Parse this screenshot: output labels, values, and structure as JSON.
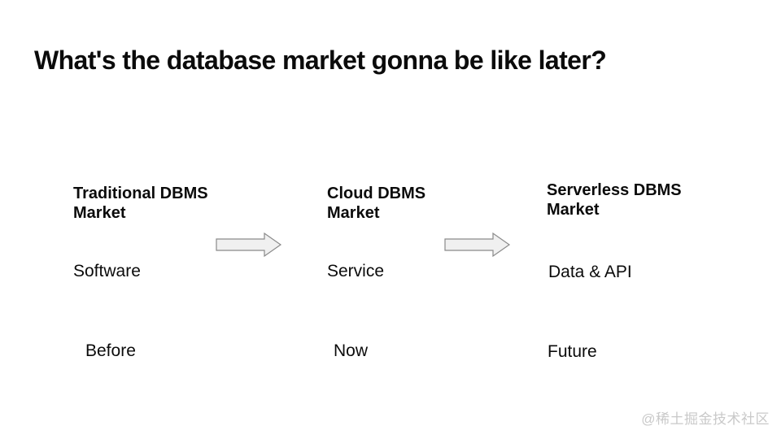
{
  "slide": {
    "title": "What's the database market gonna be like later?",
    "stages": [
      {
        "market": "Traditional DBMS Market",
        "model": "Software",
        "era": "Before"
      },
      {
        "market": "Cloud DBMS Market",
        "model": "Service",
        "era": "Now"
      },
      {
        "market": "Serverless DBMS Market",
        "model": "Data & API",
        "era": "Future"
      }
    ],
    "arrows": [
      {
        "icon": "right-arrow-icon"
      },
      {
        "icon": "right-arrow-icon"
      }
    ],
    "watermark": "@稀土掘金技术社区",
    "colors": {
      "background": "#ffffff",
      "text": "#0b0b0b",
      "arrow_fill": "#f0f0f0",
      "arrow_stroke": "#8a8a8a",
      "watermark": "#c9c9c9"
    }
  }
}
